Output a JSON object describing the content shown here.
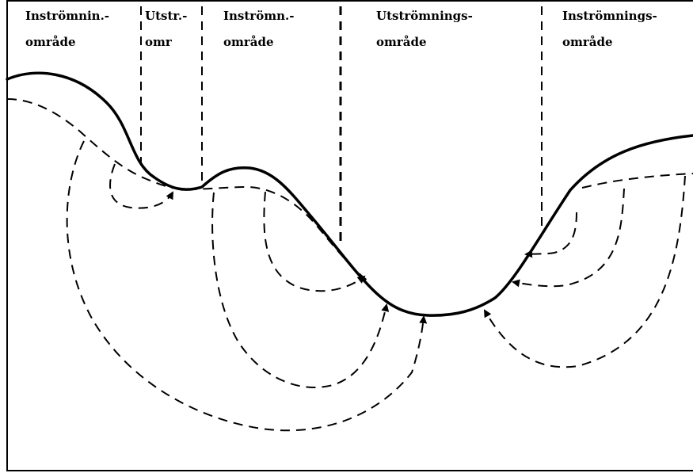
{
  "zones": [
    {
      "id": "inflow-1",
      "line1": "Inströmnin.-",
      "line2": "område"
    },
    {
      "id": "outflow-1",
      "line1": "Utstr.-",
      "line2": "omr"
    },
    {
      "id": "inflow-2",
      "line1": "Inströmn.-",
      "line2": "område"
    },
    {
      "id": "outflow-2",
      "line1": "Utströmnings-",
      "line2": "område"
    },
    {
      "id": "inflow-3",
      "line1": "Inströmnings-",
      "line2": "område"
    }
  ],
  "colors": {
    "ink": "#000000",
    "background": "#ffffff"
  }
}
